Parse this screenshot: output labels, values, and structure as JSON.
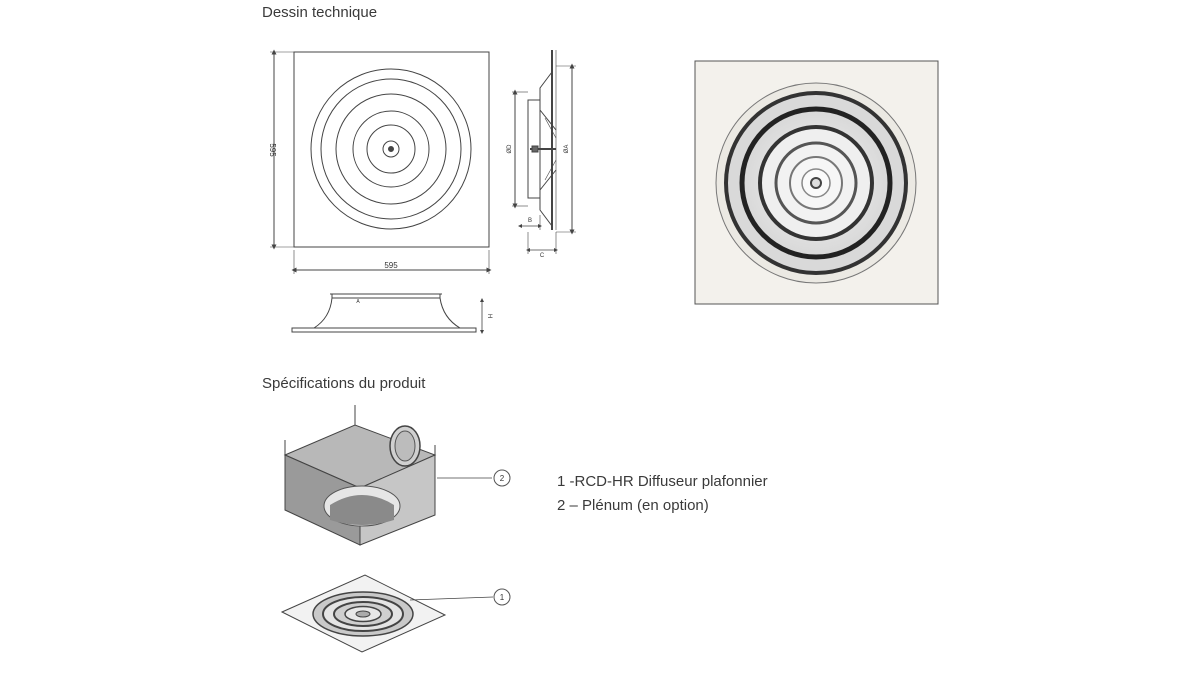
{
  "sections": {
    "technical_drawing_title": "Dessin technique",
    "specifications_title": "Spécifications du produit"
  },
  "dimensions": {
    "width": "595",
    "height": "595",
    "diameter_d": "ØD",
    "diameter_a": "ØA",
    "b": "B",
    "c": "C",
    "h": "H",
    "small_a": "A"
  },
  "callouts": {
    "plenum_number": "2",
    "diffuser_number": "1"
  },
  "legend": {
    "item_1": "1 -RCD-HR Diffuseur plafonnier",
    "item_2": "2 – Plénum (en option)"
  },
  "colors": {
    "line": "#444444",
    "plenum_top": "#b8b8b8",
    "plenum_left": "#9a9a9a",
    "plenum_right": "#c6c6c6",
    "photo_bg": "#f3f1ec"
  }
}
